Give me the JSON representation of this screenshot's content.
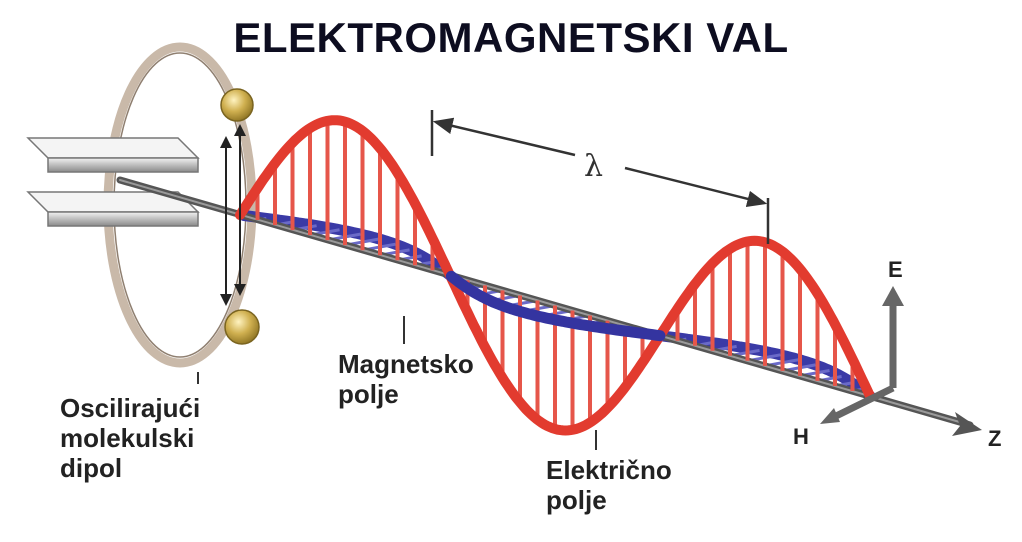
{
  "title": "ELEKTROMAGNETSKI VAL",
  "labels": {
    "dipole_line1": "Oscilirajući",
    "dipole_line2": "molekulski",
    "dipole_line3": "dipol",
    "magnetic_line1": "Magnetsko",
    "magnetic_line2": "polje",
    "electric_line1": "Električno",
    "electric_line2": "polje",
    "wavelength_symbol": "λ",
    "axis_e": "E",
    "axis_h": "H",
    "axis_z": "Z"
  },
  "colors": {
    "electric_field": "#e03a2e",
    "magnetic_field": "#3f3fb0",
    "axis": "#5a5a5a",
    "dipole_ring": "#c8b8a8",
    "charge": "#c8a840"
  }
}
